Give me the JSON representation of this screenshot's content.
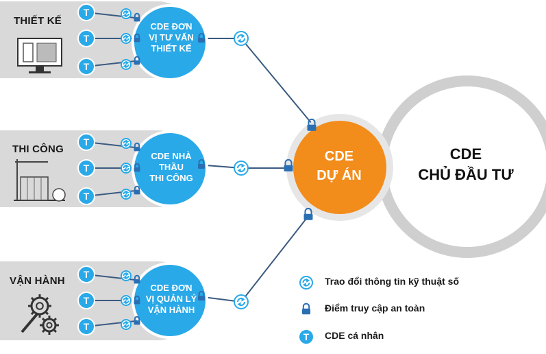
{
  "colors": {
    "blue": "#29a9e8",
    "orange": "#f28c1b",
    "gray_panel": "#d9d9d9",
    "owner_ring": "#cfcfcf",
    "line": "#3a5a80",
    "lock": "#2b6fb3"
  },
  "groups": [
    {
      "label": "THIẾT KẾ",
      "cde_lines": [
        "CDE ĐƠN",
        "VỊ TƯ VẤN",
        "THIẾT KẾ"
      ],
      "icon": "design-computer-icon",
      "personal_label": "T"
    },
    {
      "label": "THI CÔNG",
      "cde_lines": [
        "CDE NHÀ",
        "THẦU",
        "THI CÔNG"
      ],
      "icon": "construction-site-icon",
      "personal_label": "T"
    },
    {
      "label": "VẬN HÀNH",
      "cde_lines": [
        "CDE ĐƠN",
        "VỊ QUẢN LÝ",
        "VẬN HÀNH"
      ],
      "icon": "operation-gears-icon",
      "personal_label": "T"
    }
  ],
  "center": {
    "line1": "CDE",
    "line2": "DỰ ÁN"
  },
  "owner": {
    "line1": "CDE",
    "line2": "CHỦ ĐẦU TƯ"
  },
  "legend": [
    {
      "icon": "sync-icon",
      "label": "Trao đổi thông tin kỹ thuật số"
    },
    {
      "icon": "lock-icon",
      "label": "Điểm truy cập an toàn"
    },
    {
      "icon": "personal-cde-icon",
      "glyph": "T",
      "label": "CDE cá nhân"
    }
  ]
}
